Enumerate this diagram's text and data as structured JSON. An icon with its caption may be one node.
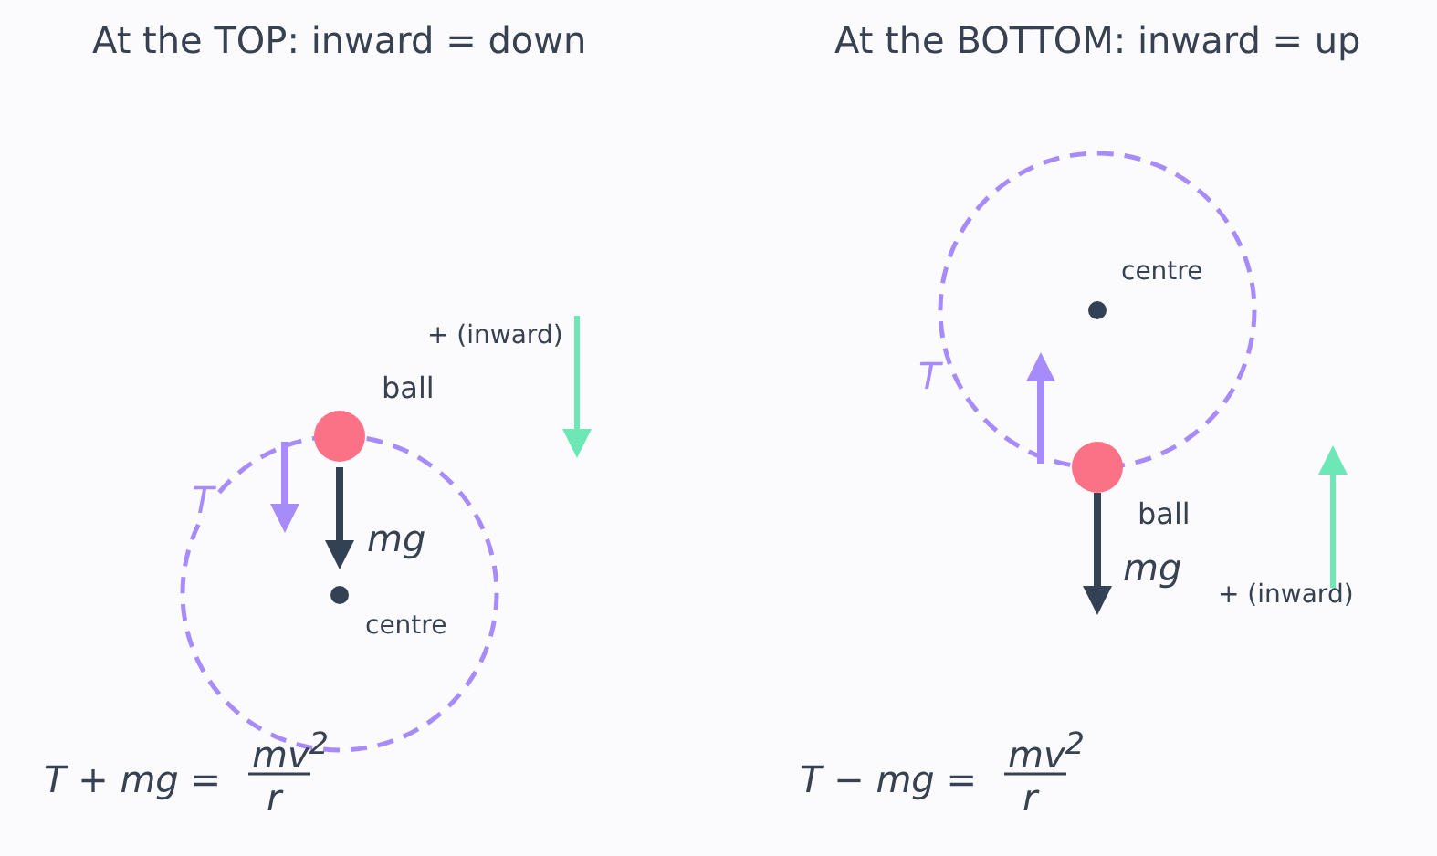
{
  "diagram": {
    "nodes": [
      {
        "text": [],
        "shape": "circle",
        "beside": [
          "ball"
        ]
      },
      {
        "text": [],
        "shape": "circle",
        "beside": [
          "centre"
        ]
      },
      {
        "text": [],
        "shape": "circle",
        "beside": [
          "centre"
        ]
      },
      {
        "text": [],
        "shape": "circle",
        "beside": [
          "ball"
        ]
      }
    ],
    "edges": [],
    "labels": [
      "At the TOP: inward = down",
      "At the BOTTOM: inward = up",
      "+ (inward)",
      "T",
      "mg",
      "T",
      "mg",
      "+ (inward)",
      "T + mg =",
      "mv$^{2}$",
      "r",
      "T − mg =",
      "mv$^{2}$",
      "r"
    ]
  }
}
